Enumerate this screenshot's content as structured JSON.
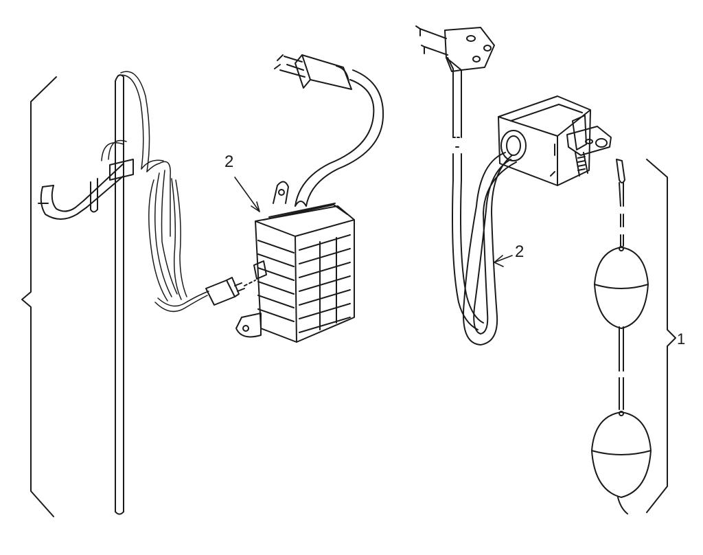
{
  "labels": {
    "left_part_number": "2",
    "right_part_number": "2",
    "float_assembly_number": "1"
  },
  "colors": {
    "ink": "#1a1a1a",
    "paper": "#ffffff"
  }
}
